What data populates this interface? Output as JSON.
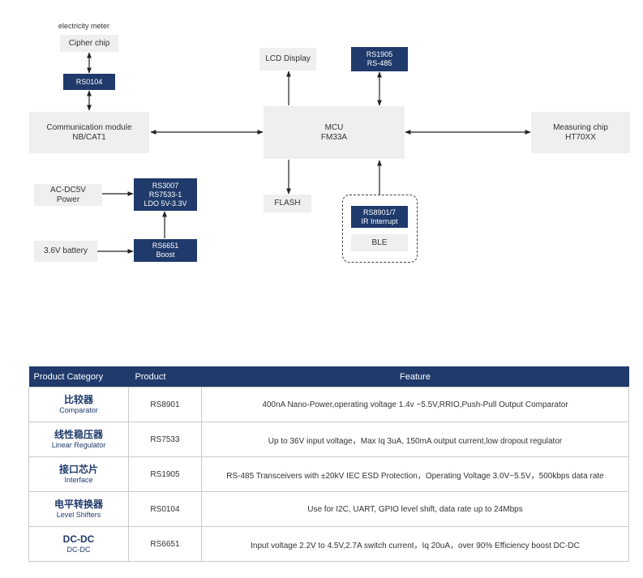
{
  "diagram": {
    "meter_label": "electricity meter",
    "cipher_chip": "Cipher chip",
    "rs0104": "RS0104",
    "comm_module": {
      "line1": "Communication module",
      "line2": "NB/CAT1"
    },
    "lcd": "LCD Display",
    "rs1905": {
      "line1": "RS1905",
      "line2": "RS-485"
    },
    "mcu": {
      "line1": "MCU",
      "line2": "FM33A"
    },
    "measuring": {
      "line1": "Measuring chip",
      "line2": "HT70XX"
    },
    "flash": "FLASH",
    "acdc": {
      "line1": "AC-DC5V",
      "line2": "Power"
    },
    "ldo": {
      "line1": "RS3007",
      "line2": "RS7533-1",
      "line3": "LDO 5V-3.3V"
    },
    "battery": "3.6V battery",
    "boost": {
      "line1": "RS6651",
      "line2": "Boost"
    },
    "ir": {
      "line1": "RS8901/7",
      "line2": "IR Interrupt"
    },
    "ble": "BLE"
  },
  "table": {
    "headers": [
      "Product Category",
      "Product",
      "Feature"
    ],
    "rows": [
      {
        "cat_cn": "比较器",
        "cat_en": "Comparator",
        "product": "RS8901",
        "feature": "400nA Nano-Power,operating voltage 1.4v ~5.5V,RRIO,Push-Pull Output Comparator"
      },
      {
        "cat_cn": "线性稳压器",
        "cat_en": "Linear Regulator",
        "product": "RS7533",
        "feature": "Up to 36V input voltage，Max Iq 3uA, 150mA output current,low dropout regulator"
      },
      {
        "cat_cn": "接口芯片",
        "cat_en": "Interface",
        "product": "RS1905",
        "feature": "RS-485 Transceivers with ±20kV IEC ESD Protection，Operating Voltage 3.0V~5.5V，500kbps data rate"
      },
      {
        "cat_cn": "电平转换器",
        "cat_en": "Level Shifters",
        "product": "RS0104",
        "feature": "Use for I2C, UART, GPIO level shift, data rate up to 24Mbps"
      },
      {
        "cat_cn": "DC-DC",
        "cat_en": "DC-DC",
        "product": "RS6651",
        "feature": "Input voltage 2.2V to 4.5V,2.7A switch current，Iq 20uA，over 90% Efficiency boost DC-DC"
      }
    ]
  }
}
